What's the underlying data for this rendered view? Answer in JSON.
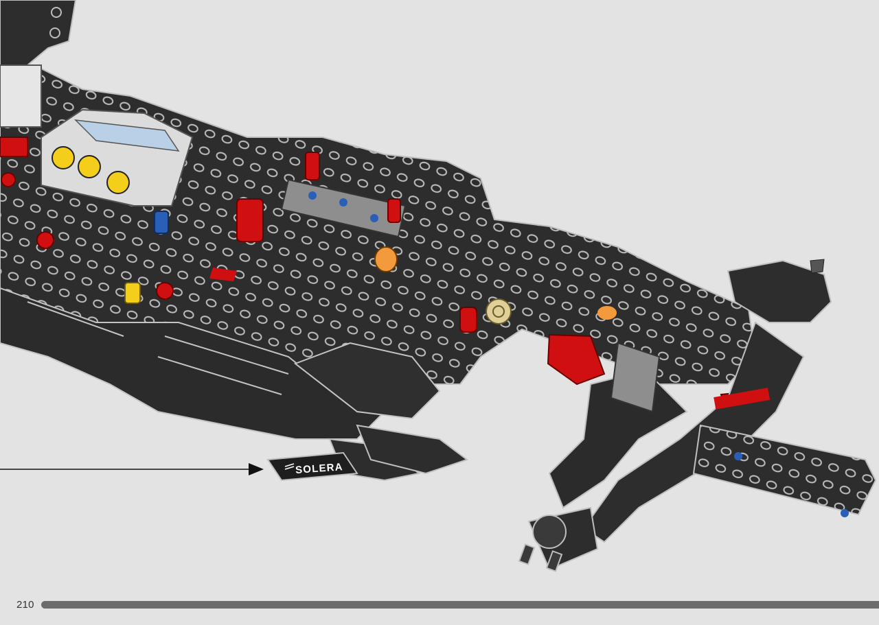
{
  "page": {
    "number": "210"
  },
  "progress": {
    "fraction": 1.0
  },
  "decal": {
    "text": "SOLERA"
  },
  "colors": {
    "background": "#e3e3e3",
    "frame": "#2d2d2d",
    "frame_edge": "#bfbfbf",
    "red": "#d01010",
    "yellow": "#f3cf1b",
    "blue": "#2a5fb8",
    "orange": "#f39a3c",
    "tan": "#e0cf96",
    "grey": "#9b9b9b"
  },
  "icons": [
    "pointer-arrow-icon",
    "solera-logo-icon"
  ]
}
